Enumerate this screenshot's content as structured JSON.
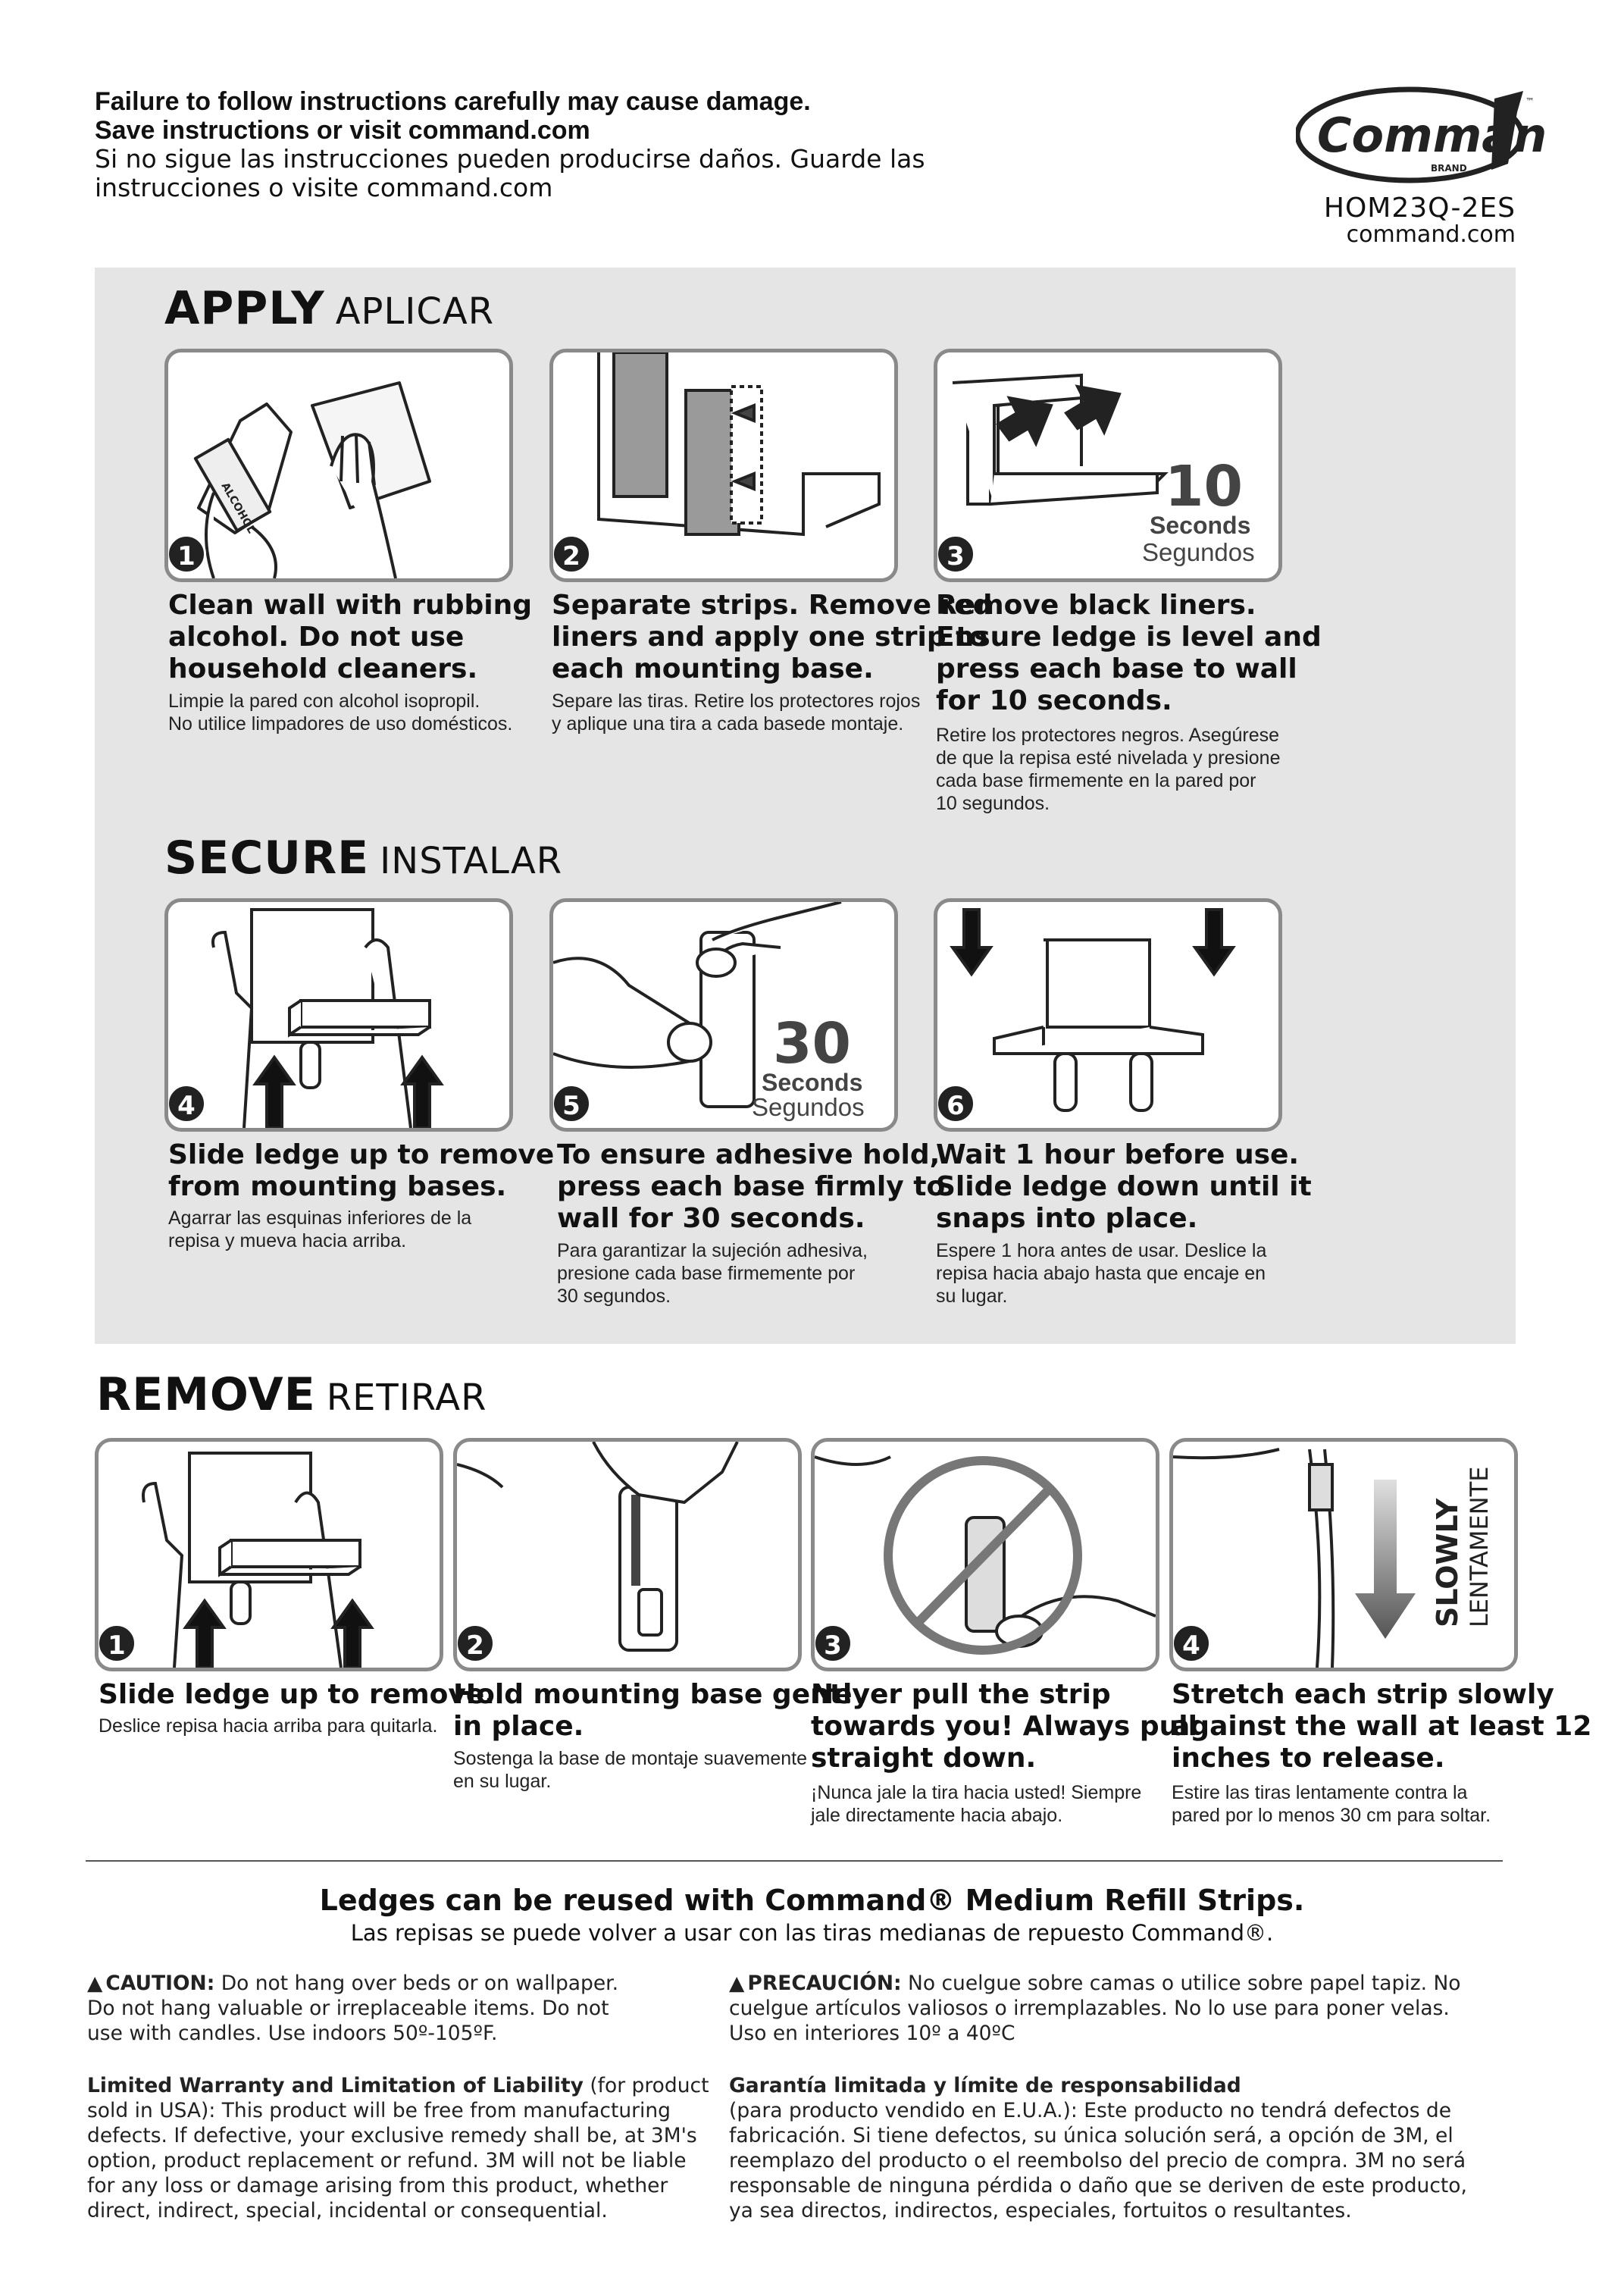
{
  "header": {
    "line1": "Failure to follow instructions carefully may cause damage.",
    "line2": "Save instructions or visit command.com",
    "line3": "Si no sigue las instrucciones pueden producirse daños. Guarde las",
    "line4": "instrucciones o visite command.com"
  },
  "logo": {
    "word": "Command",
    "brand": "BRAND",
    "tm": "™"
  },
  "product_code": "HOM23Q-2ES",
  "website": "command.com",
  "apply": {
    "title_en": "APPLY",
    "title_es": "APLICAR",
    "steps": [
      {
        "num": "1",
        "title": [
          "Clean wall with rubbing",
          "alcohol. Do not use",
          "household cleaners."
        ],
        "es": [
          "Limpie la pared con alcohol isopropil.",
          "No utilice limpadores de uso domésticos."
        ],
        "bottle_label": "ALCOHOL"
      },
      {
        "num": "2",
        "title": [
          "Separate strips. Remove red",
          "liners and apply one strip to",
          "each mounting base."
        ],
        "es": [
          "Separe las tiras. Retire los protectores rojos",
          "y aplique una tira a cada basede montaje."
        ]
      },
      {
        "num": "3",
        "title": [
          "Remove black liners.",
          "Ensure ledge is level and",
          "press each base to wall",
          "for 10 seconds."
        ],
        "es": [
          "Retire los protectores negros. Asegúrese",
          "de que la repisa esté nivelada y presione",
          "cada base firmemente en la pared por",
          "10 segundos."
        ],
        "timer_num": "10",
        "timer_sec": "Seconds",
        "timer_seg": "Segundos"
      }
    ]
  },
  "secure": {
    "title_en": "SECURE",
    "title_es": "INSTALAR",
    "steps": [
      {
        "num": "4",
        "title": [
          "Slide ledge up to remove",
          "from mounting bases."
        ],
        "es": [
          "Agarrar las esquinas inferiores de la",
          "repisa y mueva hacia arriba."
        ]
      },
      {
        "num": "5",
        "title": [
          "To ensure adhesive hold,",
          "press each base firmly to",
          "wall for 30 seconds."
        ],
        "es": [
          "Para garantizar la sujeción adhesiva,",
          "presione cada base firmemente por",
          "30 segundos."
        ],
        "timer_num": "30",
        "timer_sec": "Seconds",
        "timer_seg": "Segundos"
      },
      {
        "num": "6",
        "title": [
          "Wait 1 hour before use.",
          "Slide ledge down until it",
          "snaps into place."
        ],
        "es": [
          "Espere 1 hora antes de usar. Deslice la",
          "repisa hacia abajo hasta que encaje en",
          "su lugar."
        ]
      }
    ]
  },
  "remove": {
    "title_en": "REMOVE",
    "title_es": "RETIRAR",
    "steps": [
      {
        "num": "1",
        "title": [
          "Slide ledge up to remove."
        ],
        "es": [
          "Deslice repisa hacia arriba para quitarla."
        ]
      },
      {
        "num": "2",
        "title": [
          "Hold mounting base gently",
          "in place."
        ],
        "es": [
          "Sostenga la base de montaje suavemente",
          "en su lugar."
        ]
      },
      {
        "num": "3",
        "title": [
          "Never pull the strip",
          "towards you! Always pull",
          "straight down."
        ],
        "es": [
          "¡Nunca jale la tira hacia usted! Siempre",
          "jale directamente hacia abajo."
        ]
      },
      {
        "num": "4",
        "title": [
          "Stretch each strip slowly",
          "against the wall at least 12",
          "inches to release."
        ],
        "es": [
          "Estire las tiras lentamente contra la",
          "pared por lo menos 30 cm para soltar."
        ],
        "slowly_en": "SLOWLY",
        "slowly_es": "LENTAMENTE"
      }
    ]
  },
  "refill": {
    "en": "Ledges can be reused with Command® Medium Refill Strips.",
    "es": "Las repisas se puede volver a usar con las tiras medianas de repuesto Command®."
  },
  "caution": {
    "en_label": "CAUTION:",
    "en_lines": [
      " Do not hang over beds or on wallpaper.",
      "Do not hang valuable or irreplaceable items. Do not",
      "use with candles. Use indoors 50º-105ºF."
    ],
    "es_label": "PRECAUCIÓN:",
    "es_lines": [
      " No cuelgue sobre camas o utilice sobre papel tapiz. No",
      "cuelgue artículos valiosos o irremplazables. No lo use para poner velas.",
      "Uso en interiores 10º a 40ºC"
    ]
  },
  "warranty": {
    "en_label": "Limited Warranty and Limitation of Liability",
    "en_lines": [
      " (for product",
      "sold in USA): This product will be free from manufacturing",
      "defects. If defective, your exclusive remedy shall be, at 3M's",
      "option, product replacement or refund. 3M will not be liable",
      "for any loss or damage arising from this product, whether",
      "direct, indirect, special, incidental or consequential."
    ],
    "es_label": "Garantía limitada y límite de responsabilidad",
    "es_lines": [
      "(para producto vendido en E.U.A.): Este producto no tendrá defectos de",
      "fabricación. Si tiene defectos, su única solución será, a opción de 3M, el",
      "reemplazo del producto o el reembolso del precio de compra. 3M no será",
      "responsable de ninguna pérdida o daño que se deriven de este producto,",
      "ya sea directos, indirectos, especiales, fortuitos o resultantes."
    ]
  }
}
